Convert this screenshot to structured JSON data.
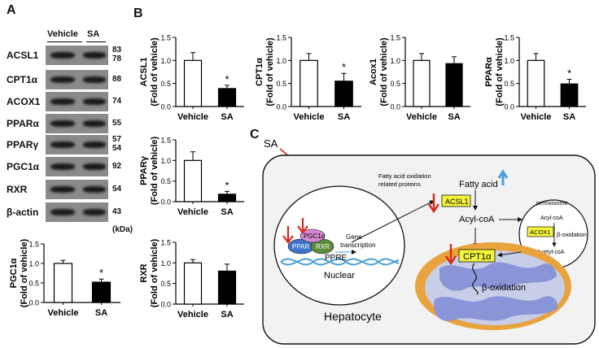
{
  "panel_labels": {
    "a": "A",
    "b": "B",
    "c": "C"
  },
  "western_blot": {
    "lanes": [
      "Vehicle",
      "SA"
    ],
    "unit_label": "(kDa)",
    "rows": [
      {
        "protein": "ACSL1",
        "kda": [
          "83",
          "78"
        ]
      },
      {
        "protein": "CPT1α",
        "kda": [
          "88"
        ]
      },
      {
        "protein": "ACOX1",
        "kda": [
          "74"
        ]
      },
      {
        "protein": "PPARα",
        "kda": [
          "55"
        ]
      },
      {
        "protein": "PPARγ",
        "kda": [
          "57",
          "54"
        ]
      },
      {
        "protein": "PGC1α",
        "kda": [
          "92"
        ]
      },
      {
        "protein": "RXR",
        "kda": [
          "54"
        ]
      },
      {
        "protein": "β-actin",
        "kda": [
          "43"
        ]
      }
    ]
  },
  "chart_data": [
    {
      "type": "bar",
      "id": "pgc1a",
      "ylabel_top": "PGC1α",
      "ylabel_bottom": "(Fold of vehicle)",
      "categories": [
        "Vehicle",
        "SA"
      ],
      "values": [
        1.0,
        0.52
      ],
      "errors": [
        0.08,
        0.08
      ],
      "significance": [
        "",
        "*"
      ],
      "ylim": [
        0,
        1.5
      ],
      "yticks": [
        "0.0",
        "0.5",
        "1.0",
        "1.5"
      ]
    },
    {
      "type": "bar",
      "id": "acsl1",
      "ylabel_top": "ACSL1",
      "ylabel_bottom": "(Fold of vehicle)",
      "categories": [
        "Vehicle",
        "SA"
      ],
      "values": [
        1.0,
        0.39
      ],
      "errors": [
        0.17,
        0.07
      ],
      "significance": [
        "",
        "*"
      ],
      "ylim": [
        0,
        1.5
      ],
      "yticks": [
        "0.0",
        "0.5",
        "1.0",
        "1.5"
      ]
    },
    {
      "type": "bar",
      "id": "cpt1a",
      "ylabel_top": "CPT1α",
      "ylabel_bottom": "(Fold of vehicle)",
      "categories": [
        "Vehicle",
        "SA"
      ],
      "values": [
        1.0,
        0.55
      ],
      "errors": [
        0.15,
        0.17
      ],
      "significance": [
        "",
        "*"
      ],
      "ylim": [
        0,
        1.5
      ],
      "yticks": [
        "0.0",
        "0.5",
        "1.0",
        "1.5"
      ]
    },
    {
      "type": "bar",
      "id": "acox1",
      "ylabel_top": "Acox1",
      "ylabel_bottom": "(Fold of vehicle)",
      "categories": [
        "Vehicle",
        "SA"
      ],
      "values": [
        1.0,
        0.93
      ],
      "errors": [
        0.15,
        0.15
      ],
      "significance": [
        "",
        ""
      ],
      "ylim": [
        0,
        1.5
      ],
      "yticks": [
        "0.0",
        "0.5",
        "1.0",
        "1.5"
      ]
    },
    {
      "type": "bar",
      "id": "ppara",
      "ylabel_top": "PPARα",
      "ylabel_bottom": "(Fold of vehicle)",
      "categories": [
        "Vehicle",
        "SA"
      ],
      "values": [
        1.0,
        0.49
      ],
      "errors": [
        0.15,
        0.1
      ],
      "significance": [
        "",
        "*"
      ],
      "ylim": [
        0,
        1.5
      ],
      "yticks": [
        "0.0",
        "0.5",
        "1.0",
        "1.5"
      ]
    },
    {
      "type": "bar",
      "id": "pparg",
      "ylabel_top": "PPARγ",
      "ylabel_bottom": "(Fold of vehicle)",
      "categories": [
        "Vehicle",
        "SA"
      ],
      "values": [
        1.0,
        0.18
      ],
      "errors": [
        0.21,
        0.07
      ],
      "significance": [
        "",
        "*"
      ],
      "ylim": [
        0,
        1.5
      ],
      "yticks": [
        "0.0",
        "0.5",
        "1.0",
        "1.5"
      ]
    },
    {
      "type": "bar",
      "id": "rxr",
      "ylabel_top": "RXR",
      "ylabel_bottom": "(Fold of vehicle)",
      "categories": [
        "Vehicle",
        "SA"
      ],
      "values": [
        1.0,
        0.8
      ],
      "errors": [
        0.08,
        0.17
      ],
      "significance": [
        "",
        ""
      ],
      "ylim": [
        0,
        1.5
      ],
      "yticks": [
        "0.0",
        "0.5",
        "1.0",
        "1.5"
      ]
    }
  ],
  "schematic": {
    "sa_label": "SA",
    "hepatocyte_label": "Hepatocyte",
    "nuclear_label": "Nuclear",
    "fao_proteins_label_1": "Fatty acid oxidation",
    "fao_proteins_label_2": "related proteins",
    "gene_transcription_1": "Gene",
    "gene_transcription_2": "transcription",
    "pgc1a": "PGC1α",
    "ppar": "PPAR",
    "rxr": "RXR",
    "ppre": "PPRE",
    "fatty_acid": "Fatty acid",
    "acsl1": "ACSL1",
    "acyl_coa": "Acyl-coA",
    "peroxisome": "peroxisome",
    "perox_acyl_coa": "Acyl-coA",
    "acox1": "ACOX1",
    "perox_beta_ox": "β-oxidation",
    "acetyl_coa": "Acetyl-coA",
    "cpt1a": "CPT1α",
    "mito_beta_ox": "β-oxidation",
    "colors": {
      "down_arrow": "#d9261c",
      "up_arrow": "#4a9fe0",
      "enzyme_box": "#f5f53a",
      "cell_bg": "#f2f2f2",
      "mito_outer": "#e8a33c",
      "mito_inner": "#c8cde8",
      "cristae": "#8a95d8",
      "pgc1a": "#d68ad6",
      "ppar": "#3d74c9",
      "rxr": "#5a8c3a"
    }
  }
}
